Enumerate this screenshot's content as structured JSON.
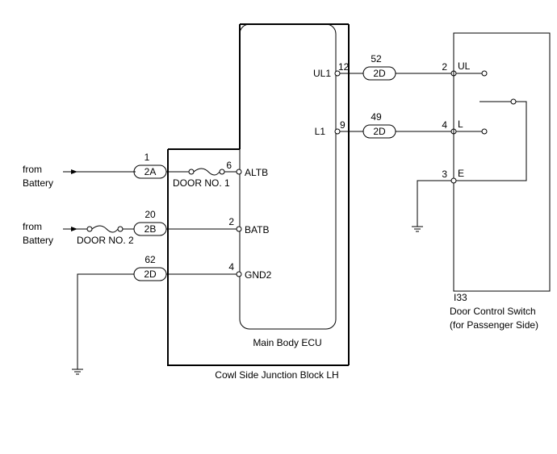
{
  "junction_block": {
    "label": "Cowl Side Junction Block LH"
  },
  "ecu": {
    "label": "Main Body ECU",
    "pins": {
      "altb": {
        "number": "6",
        "name": "ALTB"
      },
      "batb": {
        "number": "2",
        "name": "BATB"
      },
      "gnd2": {
        "number": "4",
        "name": "GND2"
      },
      "ul1": {
        "number": "12",
        "name": "UL1"
      },
      "l1": {
        "number": "9",
        "name": "L1"
      }
    }
  },
  "connectors": {
    "c2a_1": {
      "pin": "1",
      "code": "2A"
    },
    "c2b_20": {
      "pin": "20",
      "code": "2B"
    },
    "c2d_62": {
      "pin": "62",
      "code": "2D"
    },
    "c2d_52": {
      "pin": "52",
      "code": "2D"
    },
    "c2d_49": {
      "pin": "49",
      "code": "2D"
    }
  },
  "fuses": {
    "door1": {
      "label": "DOOR NO. 1"
    },
    "door2": {
      "label": "DOOR NO. 2"
    }
  },
  "sources": {
    "battery1": {
      "line1": "from",
      "line2": "Battery"
    },
    "battery2": {
      "line1": "from",
      "line2": "Battery"
    }
  },
  "switch": {
    "code": "I33",
    "name": "Door Control Switch",
    "side": "(for Passenger Side)",
    "pins": {
      "ul": {
        "number": "2",
        "name": "UL"
      },
      "l": {
        "number": "4",
        "name": "L"
      },
      "e": {
        "number": "3",
        "name": "E"
      }
    }
  }
}
